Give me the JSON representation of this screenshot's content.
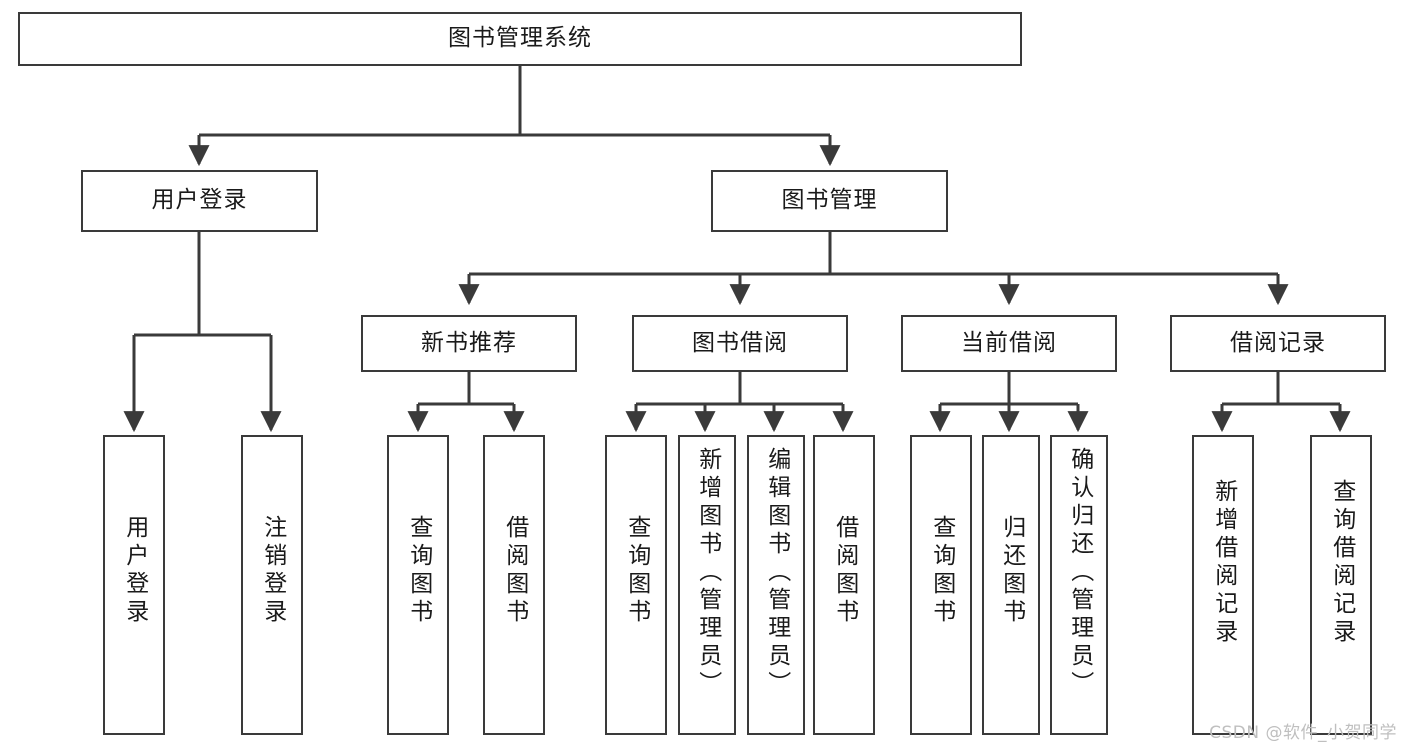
{
  "diagram": {
    "type": "tree-hierarchy",
    "title": "图书管理系统",
    "watermark": "CSDN @软件_小贺同学",
    "root": {
      "id": "root",
      "label": "图书管理系统"
    },
    "level2": [
      {
        "id": "user-login",
        "label": "用户登录"
      },
      {
        "id": "book-management",
        "label": "图书管理"
      }
    ],
    "level3": [
      {
        "id": "new-book-recommend",
        "label": "新书推荐",
        "parent": "book-management"
      },
      {
        "id": "book-borrow",
        "label": "图书借阅",
        "parent": "book-management"
      },
      {
        "id": "current-borrow",
        "label": "当前借阅",
        "parent": "book-management"
      },
      {
        "id": "borrow-record",
        "label": "借阅记录",
        "parent": "book-management"
      }
    ],
    "leaves": [
      {
        "id": "leaf-user-login",
        "label": "用户登录",
        "parent": "user-login"
      },
      {
        "id": "leaf-logout-login",
        "label": "注销登录",
        "parent": "user-login"
      },
      {
        "id": "leaf-query-book-1",
        "label": "查询图书",
        "parent": "new-book-recommend"
      },
      {
        "id": "leaf-borrow-book-1",
        "label": "借阅图书",
        "parent": "new-book-recommend"
      },
      {
        "id": "leaf-query-book-2",
        "label": "查询图书",
        "parent": "book-borrow"
      },
      {
        "id": "leaf-add-book",
        "label": "新增图书（管理员）",
        "parent": "book-borrow"
      },
      {
        "id": "leaf-edit-book",
        "label": "编辑图书（管理员）",
        "parent": "book-borrow"
      },
      {
        "id": "leaf-borrow-book-2",
        "label": "借阅图书",
        "parent": "book-borrow"
      },
      {
        "id": "leaf-query-book-3",
        "label": "查询图书",
        "parent": "current-borrow"
      },
      {
        "id": "leaf-return-book",
        "label": "归还图书",
        "parent": "current-borrow"
      },
      {
        "id": "leaf-confirm-return",
        "label": "确认归还（管理员）",
        "parent": "current-borrow"
      },
      {
        "id": "leaf-add-record",
        "label": "新增借阅记录",
        "parent": "borrow-record"
      },
      {
        "id": "leaf-query-record",
        "label": "查询借阅记录",
        "parent": "borrow-record"
      }
    ],
    "colors": {
      "box_border": "#3a3a3a",
      "box_fill": "#ffffff",
      "connector": "#3a3a3a",
      "text": "#1a1a1a",
      "watermark": "#bfbfbf",
      "background": "#ffffff"
    }
  }
}
